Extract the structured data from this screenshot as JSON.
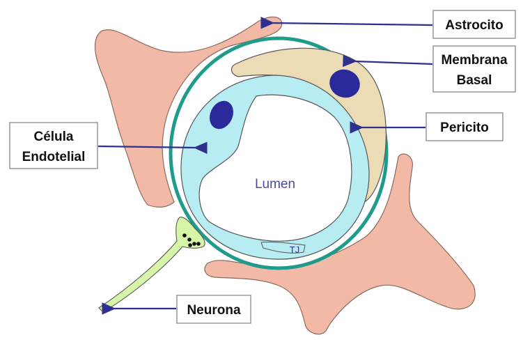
{
  "labels": {
    "astrocito": "Astrocito",
    "membrana_line1": "Membrana",
    "membrana_line2": "Basal",
    "pericito": "Pericito",
    "celula_line1": "Célula",
    "celula_line2": "Endotelial",
    "neurona": "Neurona",
    "lumen": "Lumen",
    "tj": "TJ"
  },
  "colors": {
    "astrocyte": "#f2b9a6",
    "astrocyte_stroke": "#8a6a5e",
    "basal_membrane": "#1f9b8c",
    "pericyte": "#ecdcb6",
    "endothelial": "#b7ecf2",
    "nucleus": "#2b2a9a",
    "neuron": "#d6f5a8",
    "arrow": "#2e2f8f",
    "lumen_text": "#4a4a9a"
  }
}
